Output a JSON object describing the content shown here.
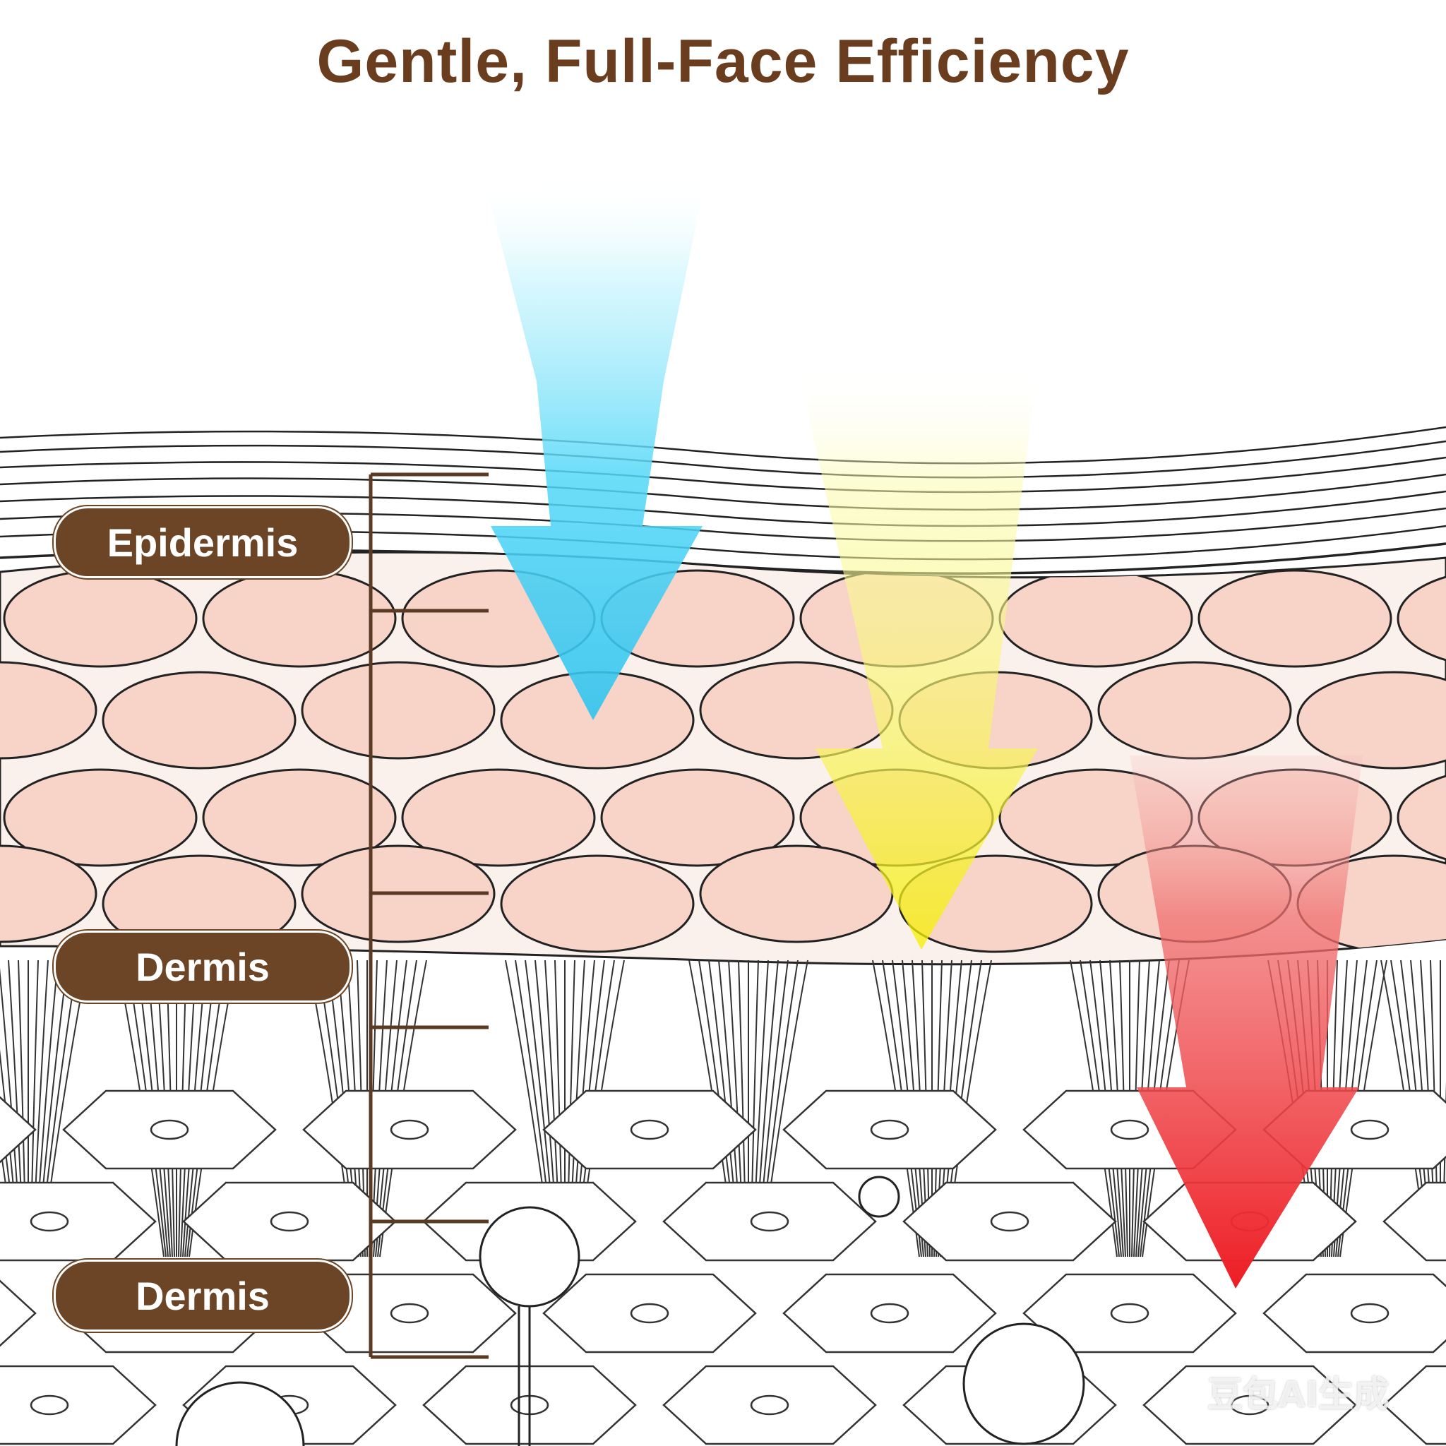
{
  "title": "Gentle, Full-Face Efficiency",
  "labels": [
    {
      "text": "Epidermis"
    },
    {
      "text": "Dermis"
    },
    {
      "text": "Dermis"
    }
  ],
  "watermark": "豆包AI生成",
  "light_arrows": [
    {
      "name": "blue-light",
      "color": "#2fc9f2"
    },
    {
      "name": "yellow-light",
      "color": "#f6f21c"
    },
    {
      "name": "red-light",
      "color": "#ee1c24"
    }
  ],
  "colors": {
    "title": "#6b3d1f",
    "label_bg": "#6b4526",
    "cell_fill": "#f7d3c8",
    "outline": "#222222"
  }
}
